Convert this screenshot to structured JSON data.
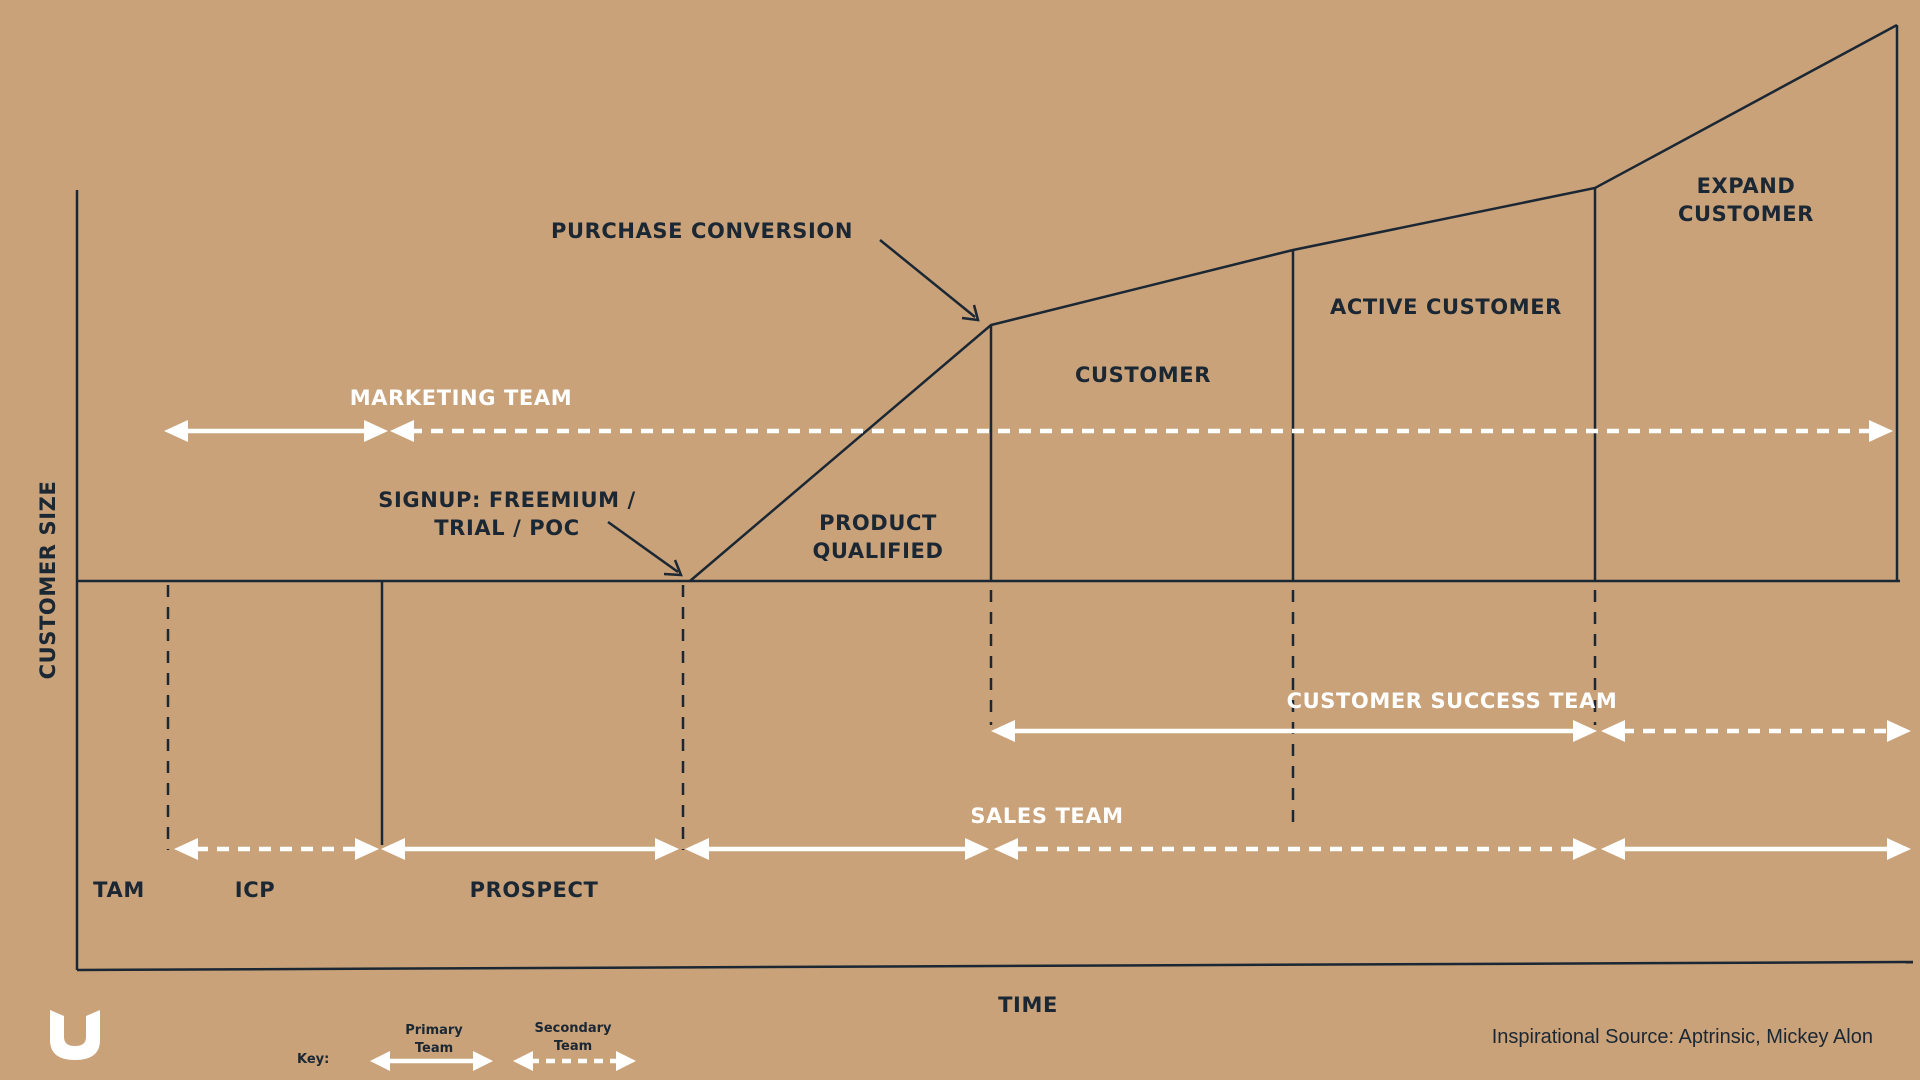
{
  "axes": {
    "y_label": "CUSTOMER SIZE",
    "x_label": "TIME"
  },
  "stages": {
    "tam": "TAM",
    "icp": "ICP",
    "prospect": "PROSPECT",
    "product_qualified_line1": "PRODUCT",
    "product_qualified_line2": "QUALIFIED",
    "customer": "CUSTOMER",
    "active_customer": "ACTIVE CUSTOMER",
    "expand_customer_line1": "EXPAND",
    "expand_customer_line2": "CUSTOMER"
  },
  "annotations": {
    "purchase_conversion": "PURCHASE CONVERSION",
    "signup_line1": "SIGNUP: FREEMIUM /",
    "signup_line2": "TRIAL / POC"
  },
  "teams": {
    "marketing": "MARKETING TEAM",
    "customer_success": "CUSTOMER SUCCESS TEAM",
    "sales": "SALES TEAM"
  },
  "key": {
    "title": "Key:",
    "primary_line1": "Primary",
    "primary_line2": "Team",
    "secondary_line1": "Secondary",
    "secondary_line2": "Team"
  },
  "source": "Inspirational Source: Aptrinsic, Mickey Alon",
  "colors": {
    "background": "#c9a27a",
    "ink": "#1b2733",
    "arrow": "#ffffff"
  },
  "logo": "brand-logo-v"
}
